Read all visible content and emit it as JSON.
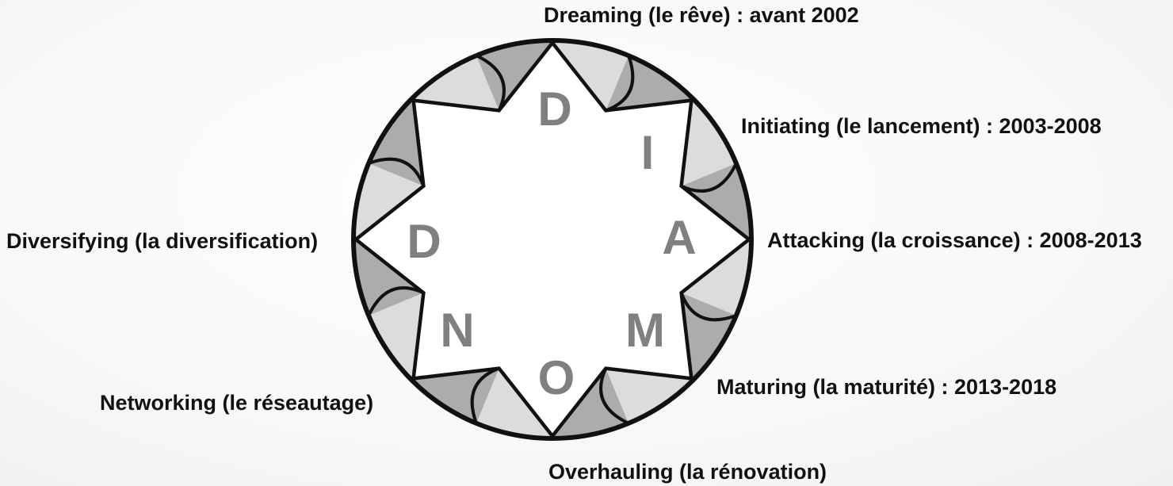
{
  "diagram": {
    "letters": [
      "D",
      "I",
      "A",
      "M",
      "O",
      "N",
      "D"
    ],
    "phases": [
      {
        "key": "dreaming",
        "label": "Dreaming (le rêve) : avant 2002"
      },
      {
        "key": "initiating",
        "label": "Initiating (le lancement) : 2003-2008"
      },
      {
        "key": "attacking",
        "label": "Attacking (la croissance) : 2008-2013"
      },
      {
        "key": "maturing",
        "label": "Maturing (la maturité) : 2013-2018"
      },
      {
        "key": "overhauling",
        "label": "Overhauling (la rénovation)"
      },
      {
        "key": "networking",
        "label": "Networking (le réseautage)"
      },
      {
        "key": "diversifying",
        "label": "Diversifying (la diversification)"
      }
    ],
    "colors": {
      "ring_dark_shade": "#acacac",
      "ring_light_shade": "#dcdcdc",
      "outline": "#111111",
      "letter": "#808080",
      "text": "#111111"
    }
  }
}
